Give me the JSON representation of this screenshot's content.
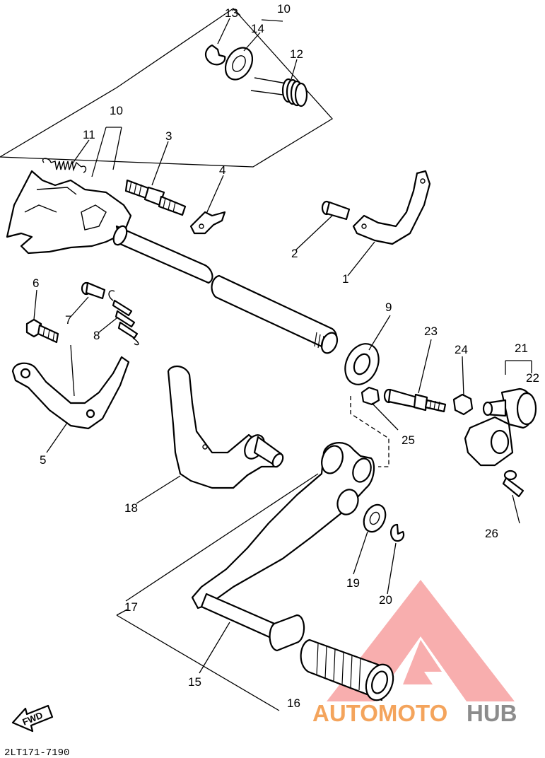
{
  "diagram_code": "2LT171-7190",
  "fwd_label": "FWD",
  "watermark": {
    "text_orange": "AUTOMOTO",
    "text_gray": "HUB",
    "orange": "#f4a45c",
    "gray": "#8c8c8c",
    "triangle_color": "#f26b6b"
  },
  "callouts": {
    "c1": "1",
    "c2": "2",
    "c3": "3",
    "c4": "4",
    "c5": "5",
    "c6": "6",
    "c7": "7",
    "c8": "8",
    "c9": "9",
    "c10a": "10",
    "c10b": "10",
    "c11": "11",
    "c12": "12",
    "c13": "13",
    "c14": "14",
    "c15": "15",
    "c16": "16",
    "c17": "17",
    "c18": "18",
    "c19": "19",
    "c20": "20",
    "c21": "21",
    "c22": "22",
    "c23": "23",
    "c24": "24",
    "c25": "25",
    "c26": "26"
  }
}
